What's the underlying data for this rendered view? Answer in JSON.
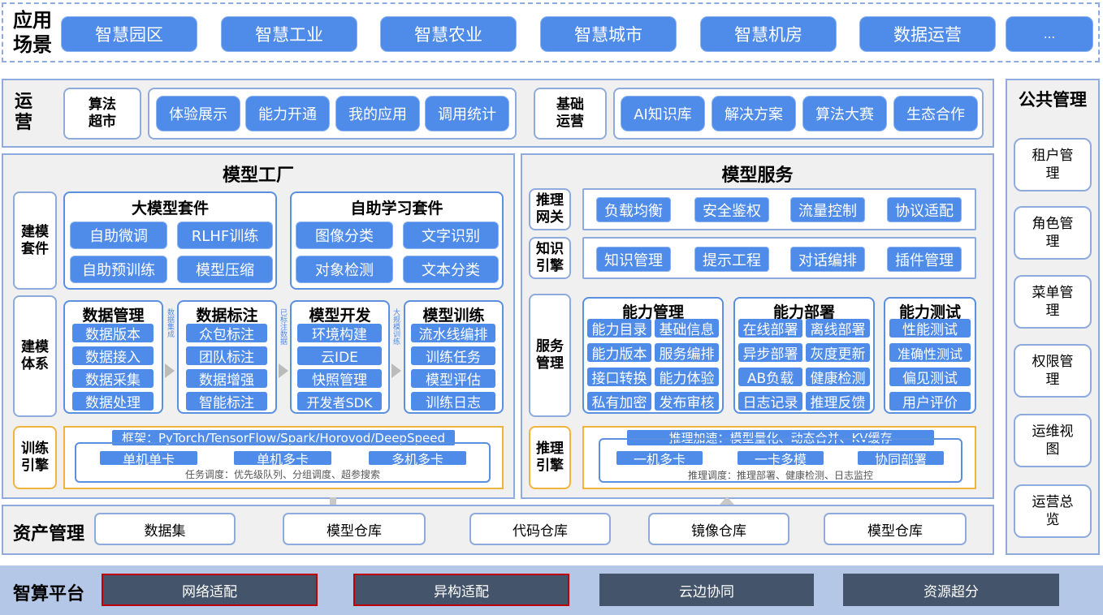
{
  "scene": {
    "title": "应用场景",
    "items": [
      "智慧园区",
      "智慧工业",
      "智慧农业",
      "智慧城市",
      "智慧机房",
      "数据运营",
      "..."
    ]
  },
  "ops": {
    "title": "运营",
    "algo_label": "算法超市",
    "algo_items": [
      "体验展示",
      "能力开通",
      "我的应用",
      "调用统计"
    ],
    "base_label": "基础运营",
    "base_items": [
      "AI知识库",
      "解决方案",
      "算法大赛",
      "生态合作"
    ]
  },
  "factory": {
    "title": "模型工厂",
    "suite_label": "建模套件",
    "big_suite": {
      "title": "大模型套件",
      "items": [
        "自助微调",
        "RLHF训练",
        "自助预训练",
        "模型压缩"
      ]
    },
    "self_suite": {
      "title": "自助学习套件",
      "items": [
        "图像分类",
        "文字识别",
        "对象检测",
        "文本分类"
      ]
    },
    "system_label": "建模体系",
    "columns": [
      {
        "title": "数据管理",
        "items": [
          "数据版本",
          "数据接入",
          "数据采集",
          "数据处理"
        ]
      },
      {
        "title": "数据标注",
        "items": [
          "众包标注",
          "团队标注",
          "数据增强",
          "智能标注"
        ]
      },
      {
        "title": "模型开发",
        "items": [
          "环境构建",
          "云IDE",
          "快照管理",
          "开发者SDK"
        ]
      },
      {
        "title": "模型训练",
        "items": [
          "流水线编排",
          "训练任务",
          "模型评估",
          "训练日志"
        ]
      }
    ],
    "flow_notes": [
      "数据集成",
      "已标注数据",
      "大规模训练"
    ],
    "train_label": "训练引擎",
    "framework": "框架：PyTorch/TensorFlow/Spark/Horovod/DeepSpeed",
    "train_items": [
      "单机单卡",
      "单机多卡",
      "多机多卡"
    ],
    "train_note": "任务调度：优先级队列、分组调度、超参搜索"
  },
  "service": {
    "title": "模型服务",
    "gateway_label": "推理网关",
    "gateway_items": [
      "负载均衡",
      "安全鉴权",
      "流量控制",
      "协议适配"
    ],
    "knowledge_label": "知识引擎",
    "knowledge_items": [
      "知识管理",
      "提示工程",
      "对话编排",
      "插件管理"
    ],
    "mgmt_label": "服务管理",
    "mgmt_groups": [
      {
        "title": "能力管理",
        "items": [
          "能力目录",
          "基础信息",
          "能力版本",
          "服务编排",
          "接口转换",
          "能力体验",
          "私有加密",
          "发布审核"
        ]
      },
      {
        "title": "能力部署",
        "items": [
          "在线部署",
          "离线部署",
          "异步部署",
          "灰度更新",
          "AB负载",
          "健康检测",
          "日志记录",
          "推理反馈"
        ]
      },
      {
        "title": "能力测试",
        "items": [
          "性能测试",
          "准确性测试",
          "偏见测试",
          "用户评价"
        ]
      }
    ],
    "infer_label": "推理引擎",
    "accel": "推理加速：模型量化、动态合并、KV缓存",
    "infer_items": [
      "一机多卡",
      "一卡多模",
      "协同部署"
    ],
    "infer_note": "推理调度：推理部署、健康检测、日志监控"
  },
  "public": {
    "title": "公共管理",
    "items": [
      "租户管理",
      "角色管理",
      "菜单管理",
      "权限管理",
      "运维视图",
      "运营总览"
    ]
  },
  "assets": {
    "title": "资产管理",
    "items": [
      "数据集",
      "模型仓库",
      "代码仓库",
      "镜像仓库",
      "模型仓库"
    ]
  },
  "compute": {
    "title": "智算平台",
    "items": [
      "网络适配",
      "异构适配",
      "云边协同",
      "资源超分"
    ]
  },
  "colors": {
    "accent": "#4f8be8",
    "border": "#8faadc",
    "dark": "#44546a",
    "highlight": "#f0b43c",
    "red": "#c00000"
  }
}
